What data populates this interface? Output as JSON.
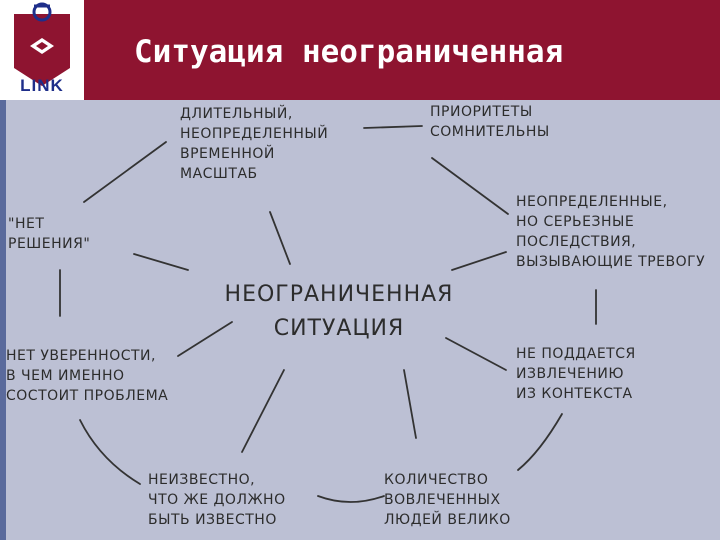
{
  "slide": {
    "title": "Ситуация неограниченная",
    "logo_text": "LINK",
    "accent_color": "#8e1430",
    "logo_color": "#1e2e8a"
  },
  "diagram": {
    "center": "неограниченная\nситуация",
    "nodes": {
      "long_term": "длительный,\nнеопределенный\nвременной\nмасштаб",
      "priorities": "приоритеты\nсомнительны",
      "consequences": "неопределенные,\nно серьезные\nпоследствия,\nвызывающие тревогу",
      "context": "не поддается\nизвлечению\nиз контекста",
      "people": "количество\nвовлеченных\nлюдей велико",
      "unknown": "неизвестно,\nчто же должно\nбыть известно",
      "uncertainty": "нет уверенности,\nв чем именно\nсостоит проблема",
      "no_solution": "\"нет\nрешения\""
    }
  }
}
